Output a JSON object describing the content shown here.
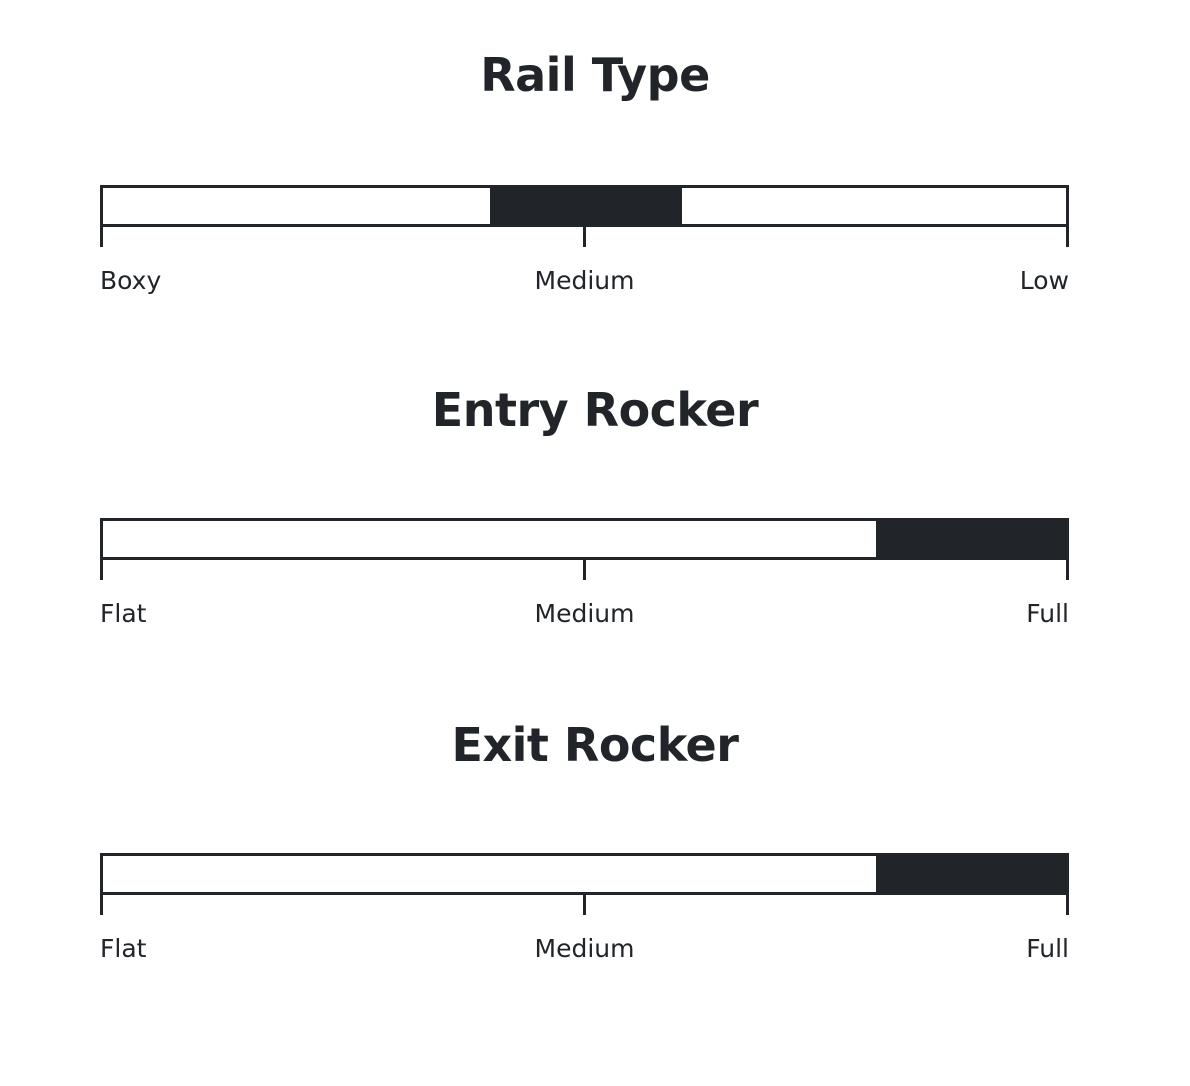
{
  "chart_data": {
    "type": "bar",
    "title": "",
    "layout": "three stacked horizontal range gauges, white background, black fill segments",
    "grid": false,
    "legend": null,
    "charts": [
      {
        "title": "Rail Type",
        "type": "bar",
        "orientation": "horizontal",
        "axis_range": [
          0,
          100
        ],
        "tick_labels": [
          "Boxy",
          "Medium",
          "Low"
        ],
        "tick_positions": [
          0,
          50,
          100
        ],
        "fill_start_pct": 40.2,
        "fill_end_pct": 60.1,
        "value_label": "Medium"
      },
      {
        "title": "Entry Rocker",
        "type": "bar",
        "orientation": "horizontal",
        "axis_range": [
          0,
          100
        ],
        "tick_labels": [
          "Flat",
          "Medium",
          "Full"
        ],
        "tick_positions": [
          0,
          50,
          100
        ],
        "fill_start_pct": 80.3,
        "fill_end_pct": 100,
        "value_label": "Full"
      },
      {
        "title": "Exit Rocker",
        "type": "bar",
        "orientation": "horizontal",
        "axis_range": [
          0,
          100
        ],
        "tick_labels": [
          "Flat",
          "Medium",
          "Full"
        ],
        "tick_positions": [
          0,
          50,
          100
        ],
        "fill_start_pct": 80.3,
        "fill_end_pct": 100,
        "value_label": "Full"
      }
    ]
  },
  "colors": {
    "background": "#ffffff",
    "ink": "#212529",
    "fill": "#212529"
  },
  "sections": [
    {
      "title": "Rail Type",
      "labels": {
        "left": "Boxy",
        "center": "Medium",
        "right": "Low"
      }
    },
    {
      "title": "Entry Rocker",
      "labels": {
        "left": "Flat",
        "center": "Medium",
        "right": "Full"
      }
    },
    {
      "title": "Exit Rocker",
      "labels": {
        "left": "Flat",
        "center": "Medium",
        "right": "Full"
      }
    }
  ]
}
